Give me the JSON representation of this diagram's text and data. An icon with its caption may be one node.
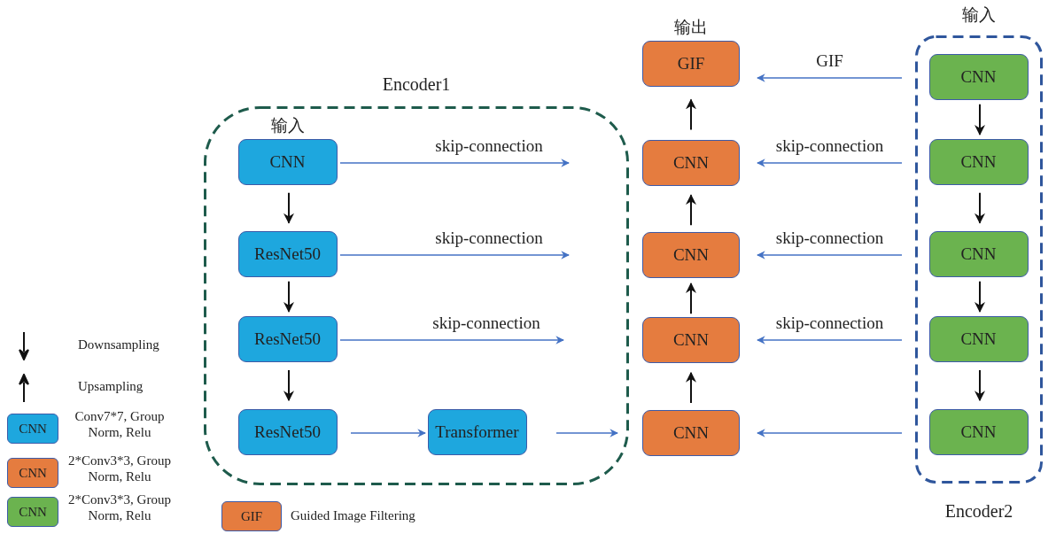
{
  "diagram": {
    "nodes": [
      {
        "text": [
          "Encoder1"
        ]
      },
      {
        "text": [
          "CNN"
        ],
        "in": 0,
        "beside": [
          "输入"
        ]
      },
      {
        "text": [
          "ResNet50"
        ],
        "in": 0
      },
      {
        "text": [
          "ResNet50"
        ],
        "in": 0
      },
      {
        "text": [
          "ResNet50"
        ],
        "in": 0
      },
      {
        "text": [
          "Transformer"
        ],
        "in": 0
      },
      {
        "text": [
          "GIF"
        ],
        "beside": [
          "输出"
        ]
      },
      {
        "text": [
          "CNN"
        ]
      },
      {
        "text": [
          "CNN"
        ]
      },
      {
        "text": [
          "CNN"
        ]
      },
      {
        "text": [
          "CNN"
        ]
      },
      {
        "text": [
          "Encoder2"
        ],
        "beside": [
          "输入"
        ]
      },
      {
        "text": [
          "CNN"
        ],
        "in": 11
      },
      {
        "text": [
          "CNN"
        ],
        "in": 11
      },
      {
        "text": [
          "CNN"
        ],
        "in": 11
      },
      {
        "text": [
          "CNN"
        ],
        "in": 11
      },
      {
        "text": [
          "CNN"
        ],
        "in": 11
      }
    ],
    "edges": [
      {
        "from": 1,
        "to": 2,
        "arrow": "to"
      },
      {
        "from": 2,
        "to": 3,
        "arrow": "to"
      },
      {
        "from": 3,
        "to": 4,
        "arrow": "to"
      },
      {
        "from": 1,
        "to": null,
        "arrow": "to",
        "label": "skip-connection",
        "color": "#4472c4"
      },
      {
        "from": 2,
        "to": null,
        "arrow": "to",
        "label": "skip-connection",
        "color": "#4472c4"
      },
      {
        "from": 3,
        "to": null,
        "arrow": "to",
        "label": "skip-connection",
        "color": "#4472c4"
      },
      {
        "from": 4,
        "to": 5,
        "arrow": "to",
        "color": "#4472c4"
      },
      {
        "from": 5,
        "to": 10,
        "arrow": "to",
        "color": "#4472c4"
      },
      {
        "from": 10,
        "to": 9,
        "arrow": "to"
      },
      {
        "from": 9,
        "to": 8,
        "arrow": "to"
      },
      {
        "from": 8,
        "to": 7,
        "arrow": "to"
      },
      {
        "from": 7,
        "to": 6,
        "arrow": "to"
      },
      {
        "from": 12,
        "to": 6,
        "arrow": "to",
        "label": "GIF",
        "color": "#4472c4"
      },
      {
        "from": 13,
        "to": 7,
        "arrow": "to",
        "label": "skip-connection",
        "color": "#4472c4"
      },
      {
        "from": 14,
        "to": 8,
        "arrow": "to",
        "label": "skip-connection",
        "color": "#4472c4"
      },
      {
        "from": 15,
        "to": 9,
        "arrow": "to",
        "label": "skip-connection",
        "color": "#4472c4"
      },
      {
        "from": 16,
        "to": 10,
        "arrow": "to",
        "color": "#4472c4"
      },
      {
        "from": 12,
        "to": 13,
        "arrow": "to"
      },
      {
        "from": 13,
        "to": 14,
        "arrow": "to"
      },
      {
        "from": 14,
        "to": 15,
        "arrow": "to"
      },
      {
        "from": 15,
        "to": 16,
        "arrow": "to"
      }
    ],
    "labels": [
      "CNN",
      "CNN",
      "CNN",
      "GIF"
    ],
    "legend": [
      {
        "text": "Downsampling"
      },
      {
        "text": "Upsampling"
      },
      {
        "text": "Conv7*7, Group Norm, Relu",
        "color": "#1ea7de"
      },
      {
        "text": "2*Conv3*3, Group Norm, Relu",
        "color": "#e57c3f"
      },
      {
        "text": "2*Conv3*3, Group Norm, Relu",
        "color": "#6bb34f"
      },
      {
        "text": "Guided Image Filtering",
        "color": "#e57c3f"
      }
    ]
  }
}
